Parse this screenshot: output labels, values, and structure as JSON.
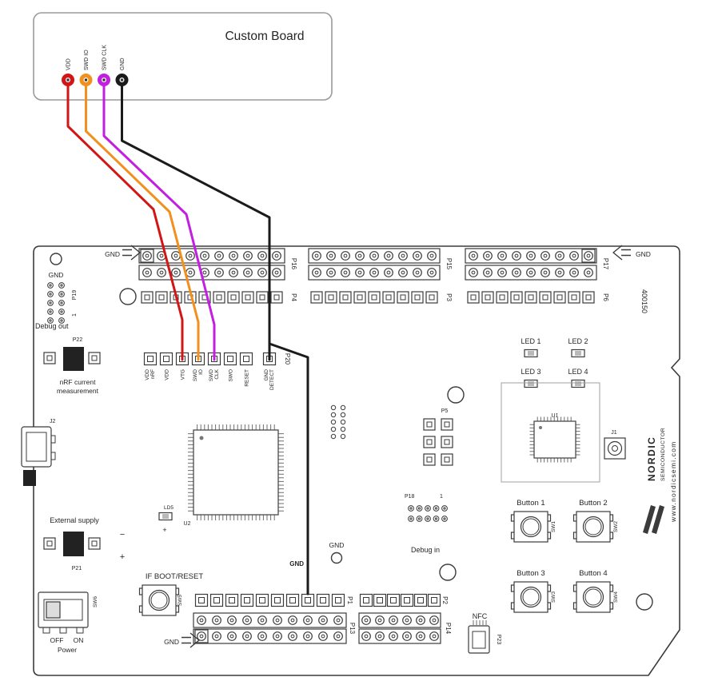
{
  "custom_board": {
    "title": "Custom Board",
    "pins": [
      {
        "label": "VDD",
        "color": "#d21616"
      },
      {
        "label": "SWD IO",
        "color": "#f2901e"
      },
      {
        "label": "SWD CLK",
        "color": "#c21fe0"
      },
      {
        "label": "GND",
        "color": "#1b1b1b"
      }
    ]
  },
  "board": {
    "part_number": "400150",
    "gnd": "GND",
    "debug_out": "Debug out",
    "debug_in": "Debug in",
    "pin1": "1",
    "headers": {
      "p16": "P16",
      "p15": "P15",
      "p17": "P17",
      "p4": "P4",
      "p3": "P3",
      "p6": "P6",
      "p19": "P19",
      "p20": "P20",
      "p22": "P22",
      "p21": "P21",
      "p5": "P5",
      "p18": "P18",
      "p1": "P1",
      "p2": "P2",
      "p13": "P13",
      "p14": "P14",
      "p23": "P23"
    },
    "nrf_current": [
      "nRF current",
      "measurement"
    ],
    "p20_labels": [
      [
        "VDD",
        "nRF"
      ],
      [
        "VDD"
      ],
      [
        "VTG"
      ],
      [
        "SWD",
        "IO"
      ],
      [
        "SWD",
        "CLK"
      ],
      [
        "SWO"
      ],
      [
        "RESET"
      ],
      [
        "GND",
        "DETECT"
      ]
    ],
    "leds": [
      "LED 1",
      "LED 2",
      "LED 3",
      "LED 4"
    ],
    "refs": {
      "u1": "U1",
      "u2": "U2",
      "j1": "J1",
      "j2": "J2",
      "ld5": "LD5",
      "sw1": "SW1",
      "sw2": "SW2",
      "sw3": "SW3",
      "sw4": "SW4",
      "sw5": "SW5",
      "sw6": "SW6"
    },
    "buttons": [
      "Button 1",
      "Button 2",
      "Button 3",
      "Button 4"
    ],
    "if_boot_reset": "IF BOOT/RESET",
    "external_supply": "External supply",
    "plus": "+",
    "minus": "−",
    "off": "OFF",
    "on": "ON",
    "power": "Power",
    "nfc": "NFC",
    "branding": {
      "name": "NORDIC",
      "sub": "SEMICONDUCTOR",
      "url": "www.nordicsemi.com"
    }
  }
}
